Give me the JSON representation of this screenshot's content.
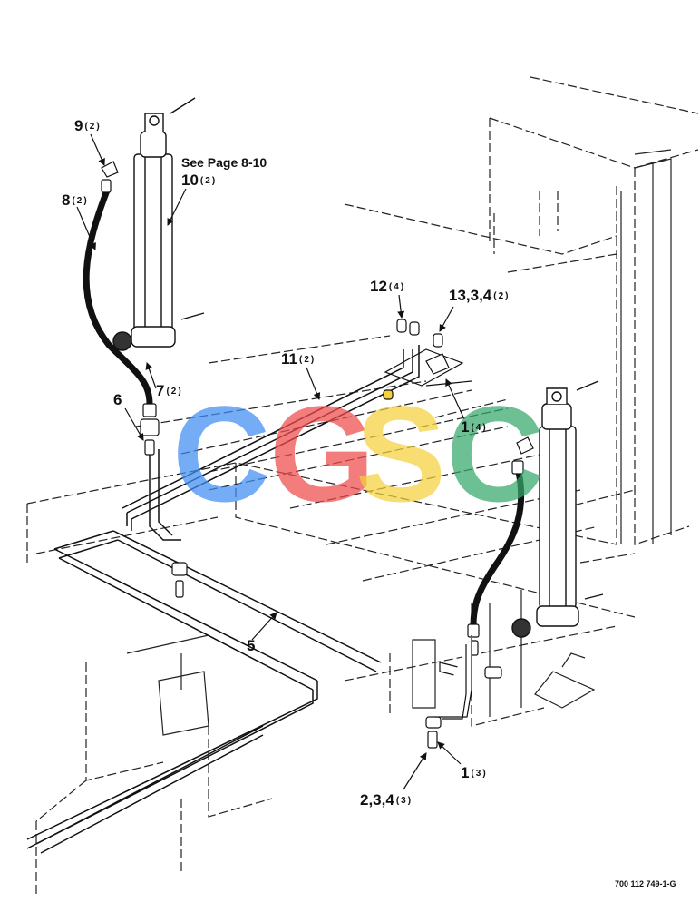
{
  "note": "See Page 8-10",
  "document_number": "700 112 749-1-G",
  "watermark": {
    "letters": [
      {
        "char": "C",
        "color": "#3f8df3"
      },
      {
        "char": "G",
        "color": "#ef4b4b"
      },
      {
        "char": "S",
        "color": "#f5d13d"
      },
      {
        "char": "C",
        "color": "#34a86a"
      }
    ]
  },
  "callouts": [
    {
      "id": "9",
      "label": "9",
      "qty": "(2)"
    },
    {
      "id": "8",
      "label": "8",
      "qty": "(2)"
    },
    {
      "id": "10",
      "label": "10",
      "qty": "(2)"
    },
    {
      "id": "7",
      "label": "7",
      "qty": "(2)"
    },
    {
      "id": "6",
      "label": "6",
      "qty": ""
    },
    {
      "id": "11",
      "label": "11",
      "qty": "(2)"
    },
    {
      "id": "12",
      "label": "12",
      "qty": "(4)"
    },
    {
      "id": "13",
      "label": "13,3,4",
      "qty": "(2)"
    },
    {
      "id": "1a",
      "label": "1",
      "qty": "(4)"
    },
    {
      "id": "5",
      "label": "5",
      "qty": ""
    },
    {
      "id": "1b",
      "label": "1",
      "qty": "(3)"
    },
    {
      "id": "2",
      "label": "2,3,4",
      "qty": "(3)"
    }
  ]
}
